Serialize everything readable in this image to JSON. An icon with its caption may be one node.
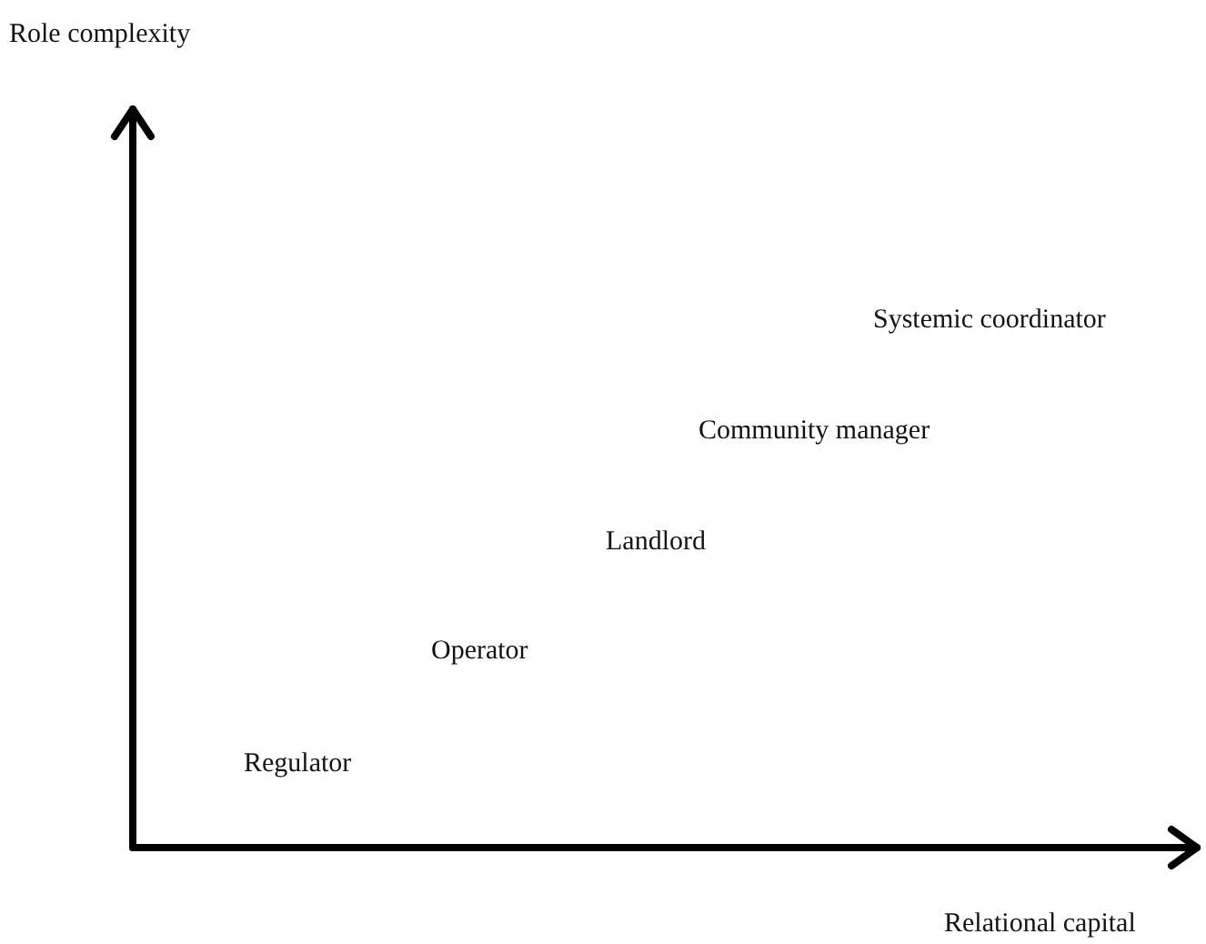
{
  "diagram": {
    "labels": [
      "Role complexity",
      "Systemic coordinator",
      "Community manager",
      "Landlord",
      "Operator",
      "Regulator",
      "Relational capital"
    ]
  }
}
